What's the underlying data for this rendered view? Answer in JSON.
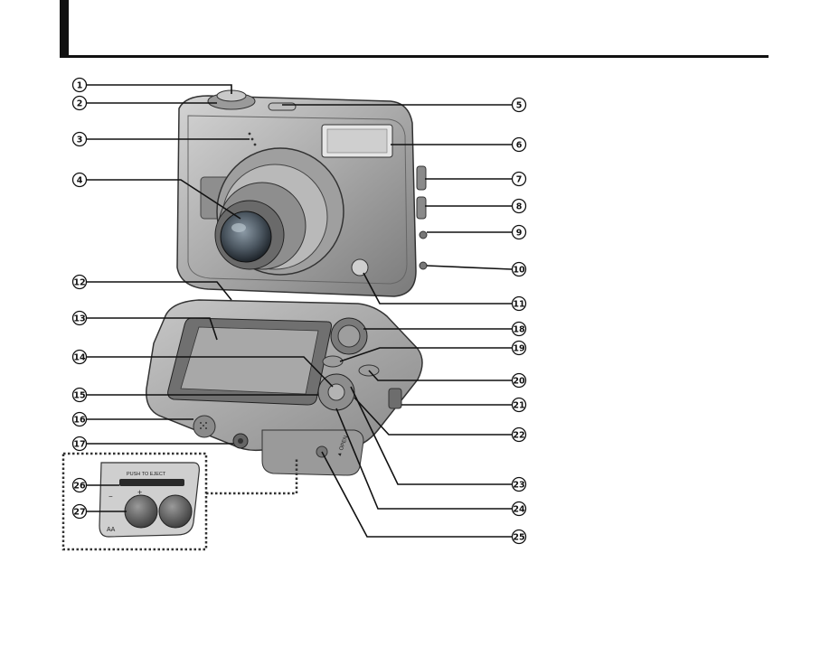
{
  "page": {
    "accent_color": "#111111",
    "background": "#ffffff"
  },
  "callouts": [
    {
      "id": 1,
      "label": "①"
    },
    {
      "id": 2,
      "label": "②"
    },
    {
      "id": 3,
      "label": "③"
    },
    {
      "id": 4,
      "label": "④"
    },
    {
      "id": 5,
      "label": "⑤"
    },
    {
      "id": 6,
      "label": "⑥"
    },
    {
      "id": 7,
      "label": "⑦"
    },
    {
      "id": 8,
      "label": "⑧"
    },
    {
      "id": 9,
      "label": "⑨"
    },
    {
      "id": 10,
      "label": "⑩"
    },
    {
      "id": 11,
      "label": "⑪"
    },
    {
      "id": 12,
      "label": "⑫"
    },
    {
      "id": 13,
      "label": "⑬"
    },
    {
      "id": 14,
      "label": "⑭"
    },
    {
      "id": 15,
      "label": "⑮"
    },
    {
      "id": 16,
      "label": "⑯"
    },
    {
      "id": 17,
      "label": "⑰"
    },
    {
      "id": 18,
      "label": "⑱"
    },
    {
      "id": 19,
      "label": "⑲"
    },
    {
      "id": 20,
      "label": "⑳"
    },
    {
      "id": 21,
      "label": "㉑"
    },
    {
      "id": 22,
      "label": "㉒"
    },
    {
      "id": 23,
      "label": "㉓"
    },
    {
      "id": 24,
      "label": "㉔"
    },
    {
      "id": 25,
      "label": "㉕"
    },
    {
      "id": 26,
      "label": "㉖"
    },
    {
      "id": 27,
      "label": "㉗"
    }
  ],
  "battery_compartment": {
    "slot_label": "PUSH TO EJECT",
    "battery_type": "AA",
    "plus_mark": "+",
    "minus_mark": "−"
  },
  "camera_back": {
    "door_text": "▲ OPEN"
  }
}
